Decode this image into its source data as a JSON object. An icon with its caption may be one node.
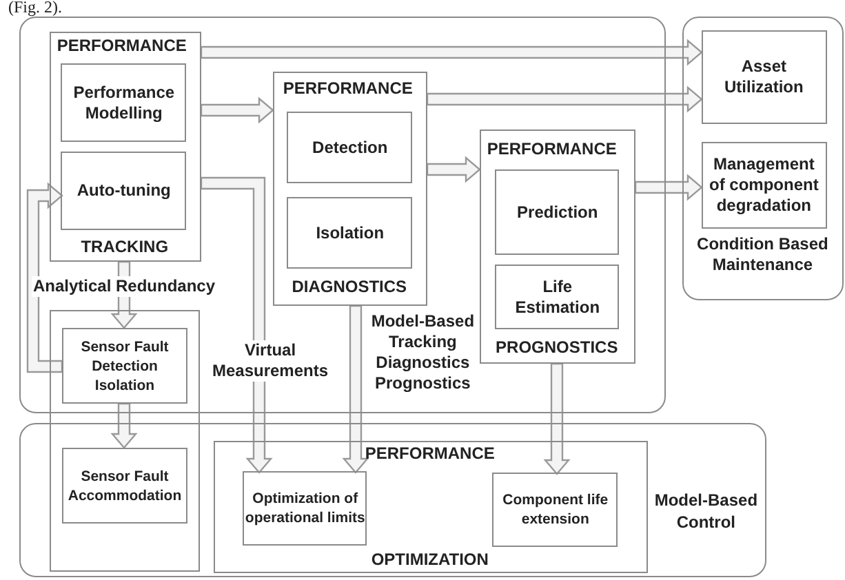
{
  "diagram": {
    "nodes": [
      {
        "text": [
          "Model-Based Tracking Diagnostics Prognostics"
        ]
      },
      {
        "text": [
          "PERFORMANCE",
          "TRACKING"
        ],
        "in": 0
      },
      {
        "text": [
          "Performance Modelling"
        ],
        "in": 1
      },
      {
        "text": [
          "Auto-tuning"
        ],
        "in": 1
      },
      {
        "text": [
          "PERFORMANCE",
          "DIAGNOSTICS"
        ],
        "in": 0
      },
      {
        "text": [
          "Detection"
        ],
        "in": 4
      },
      {
        "text": [
          "Isolation"
        ],
        "in": 4
      },
      {
        "text": [
          "PERFORMANCE",
          "PROGNOSTICS"
        ],
        "in": 0
      },
      {
        "text": [
          "Prediction"
        ],
        "in": 7
      },
      {
        "text": [
          "Life Estimation"
        ],
        "in": 7
      },
      {
        "text": [
          "Condition Based Maintenance"
        ]
      },
      {
        "text": [
          "Asset Utilization"
        ],
        "in": 10
      },
      {
        "text": [
          "Management of component degradation"
        ],
        "in": 10
      },
      {
        "text": [],
        "shape": "box"
      },
      {
        "text": [
          "Sensor Fault Detection Isolation"
        ]
      },
      {
        "text": [
          "Sensor Fault Accommodation"
        ]
      },
      {
        "text": [
          "Model-Based Control"
        ]
      },
      {
        "text": [
          "PERFORMANCE",
          "OPTIMIZATION"
        ],
        "in": 16
      },
      {
        "text": [
          "Optimization of operational limits"
        ],
        "in": 17
      },
      {
        "text": [
          "Component life extension"
        ],
        "in": 17
      }
    ],
    "edges": [
      {
        "from": 1,
        "to": 11,
        "arrow": "to"
      },
      {
        "from": 1,
        "to": 4,
        "arrow": "to"
      },
      {
        "from": 4,
        "to": 11,
        "arrow": "to"
      },
      {
        "from": 4,
        "to": 7,
        "arrow": "to"
      },
      {
        "from": 7,
        "to": 12,
        "arrow": "to"
      },
      {
        "from": 1,
        "to": 18,
        "arrow": "to",
        "label": "Virtual Measurements"
      },
      {
        "from": 4,
        "to": 18,
        "arrow": "to"
      },
      {
        "from": 7,
        "to": 19,
        "arrow": "to"
      },
      {
        "from": 1,
        "to": 14,
        "arrow": "to",
        "label": "Analytical Redundancy"
      },
      {
        "from": 14,
        "to": 15,
        "arrow": "to"
      },
      {
        "from": 14,
        "to": 3,
        "arrow": "to"
      }
    ],
    "labels": [
      "(Fig. 2)."
    ]
  }
}
